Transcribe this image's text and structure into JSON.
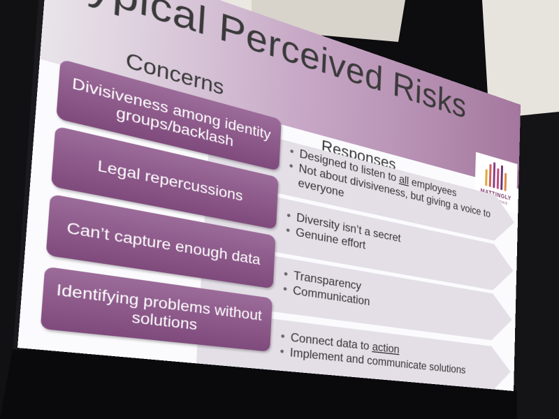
{
  "slide": {
    "title": "Typical Perceived Risks",
    "concerns_heading": "Concerns",
    "responses_heading": "Responses",
    "logo": {
      "word_top": "MATTINGLY",
      "word_bottom": "SOLUTIONS"
    },
    "rows": [
      {
        "concern": "Divisiveness among identity groups/backlash",
        "responses": [
          [
            "Designed to listen to ",
            "all",
            " employees"
          ],
          [
            "Not about divisiveness, but giving a voice to everyone",
            "",
            ""
          ]
        ]
      },
      {
        "concern": "Legal repercussions",
        "responses": [
          [
            "Diversity isn’t a secret",
            "",
            ""
          ],
          [
            "Genuine effort",
            "",
            ""
          ]
        ]
      },
      {
        "concern": "Can’t capture enough data",
        "responses": [
          [
            "Transparency",
            "",
            ""
          ],
          [
            "Communication",
            "",
            ""
          ]
        ]
      },
      {
        "concern": "Identifying problems without solutions",
        "responses": [
          [
            "Connect data to ",
            "action",
            ""
          ],
          [
            "Implement and communicate solutions",
            "",
            ""
          ]
        ]
      }
    ]
  },
  "colors": {
    "concern_box": "#8a5686",
    "title_band": "#a4779e",
    "arrow": "#e4dfe7",
    "logo_accent": "#7b3a6f"
  }
}
